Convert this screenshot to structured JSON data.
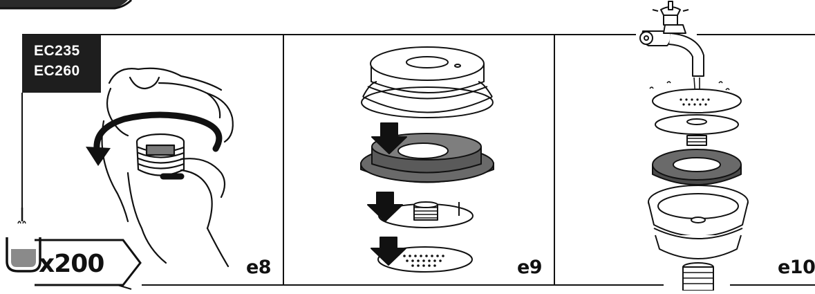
{
  "models": [
    "EC235",
    "EC260"
  ],
  "frequency": {
    "label": "x200"
  },
  "steps": [
    {
      "label": "e8"
    },
    {
      "label": "e9"
    },
    {
      "label": "e10"
    }
  ],
  "icons": [
    "hand-rotate-icon",
    "filter-stack-icon",
    "tap-rinse-icon",
    "water-tank-icon"
  ],
  "colors": {
    "ink": "#111111",
    "badge": "#1e1e1e",
    "gray_part": "#7a7a7a",
    "dark_gray_part": "#4a4a4a"
  }
}
